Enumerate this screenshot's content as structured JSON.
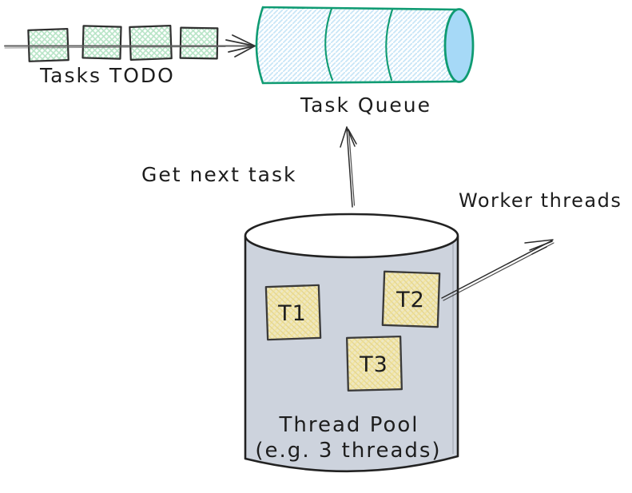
{
  "diagram": {
    "type": "hand-drawn thread-pool architecture sketch",
    "labels": {
      "tasks_todo": "Tasks TODO",
      "task_queue": "Task Queue",
      "get_next_task": "Get next task",
      "worker_threads": "Worker threads",
      "thread_pool_title": "Thread Pool",
      "thread_pool_subtitle": "(e.g. 3 threads)"
    },
    "task_items": {
      "count": 4
    },
    "queue_segments": {
      "count": 3
    },
    "threads": [
      {
        "label": "T1"
      },
      {
        "label": "T2"
      },
      {
        "label": "T3"
      }
    ],
    "colors": {
      "background": "#ffffff",
      "ink": "#1d1d1d",
      "task_item_hatch_green": "#b7e4c6",
      "queue_outline_green": "#0f9b72",
      "queue_hatch_blue": "#c9e6f7",
      "queue_cap_blue": "#a6d9f7",
      "pool_fill_gray": "#cdd3dd",
      "thread_square_yellow": "#efe8c2"
    }
  }
}
